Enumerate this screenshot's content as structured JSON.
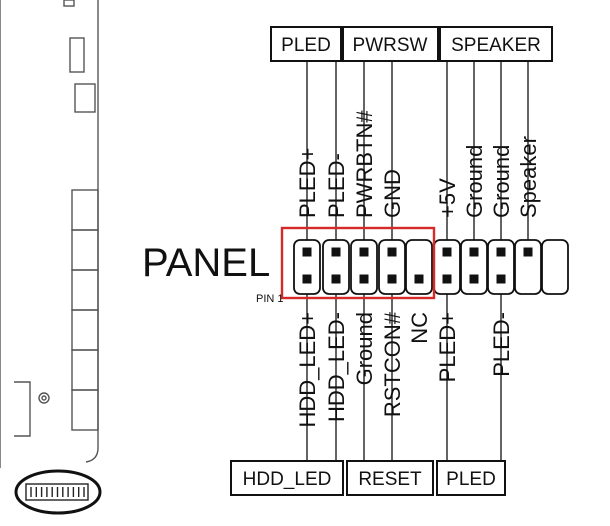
{
  "header_title": "PANEL",
  "pin1_label": "PIN 1",
  "top_groups": [
    "PLED",
    "PWRSW",
    "SPEAKER"
  ],
  "bottom_groups": [
    "HDD_LED",
    "RESET",
    "PLED"
  ],
  "top_pins": [
    "PLED+",
    "PLED-",
    "PWRBTN#",
    "GND",
    "+5V",
    "Ground",
    "Ground",
    "Speaker"
  ],
  "bottom_pins": [
    "HDD_LED+",
    "HDD_LED-",
    "Ground",
    "RSTCON#",
    "NC",
    "PLED+",
    "PLED-"
  ],
  "colors": {
    "highlight": "#d42a2a",
    "ink": "#111111"
  }
}
